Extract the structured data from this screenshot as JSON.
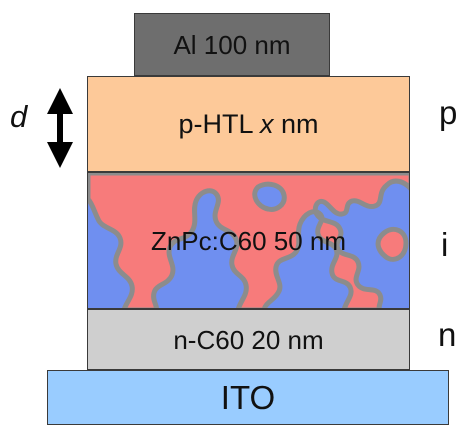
{
  "layers": {
    "al": {
      "label": "Al 100 nm"
    },
    "htl": {
      "label_prefix": "p-HTL ",
      "label_var": "x",
      "label_suffix": " nm"
    },
    "active": {
      "label": "ZnPc:C60 50 nm"
    },
    "n": {
      "label": "n-C60 20 nm"
    },
    "ito": {
      "label": "ITO"
    }
  },
  "side_labels": {
    "p": "p",
    "i": "i",
    "n": "n"
  },
  "thickness": {
    "label": "d",
    "arrow_icon": "double-vertical-arrow-icon"
  },
  "colors": {
    "al": "#6e6e6e",
    "htl": "#fdc999",
    "active_red": "#f77b7b",
    "active_blue": "#6f8ff0",
    "interface_gray": "#8c8c8c",
    "n": "#cfcfcf",
    "ito": "#99ccff",
    "outline": "#3a3a3a"
  }
}
